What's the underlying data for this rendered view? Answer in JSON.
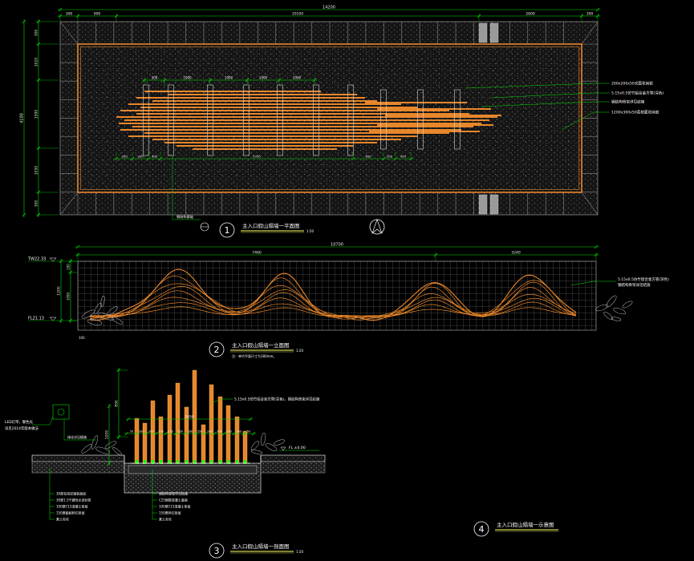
{
  "colors": {
    "background": "#000000",
    "dimension": "#00e000",
    "dim_text": "#f0f0f0",
    "bamboo": "#e8862a",
    "paving": "#8a8a8a",
    "grid": "#8c8c8c",
    "post": "#d8d8d8",
    "text": "#ffffff",
    "title_line": "#ffff66",
    "light": "#00ff00"
  },
  "plan": {
    "dim_overall": "14200",
    "dim_top": [
      "300",
      "900",
      "10100",
      "2600",
      "300"
    ],
    "dim_left_overall": "4100",
    "dim_left": [
      "300",
      "1010",
      "1590",
      "1050",
      "300"
    ],
    "dim_inner_top": [
      "300",
      "1000",
      "1000",
      "1000",
      "1000"
    ],
    "dim_inner_bottom": [
      "350",
      "200",
      "400",
      "5750",
      "600",
      "200",
      "450"
    ],
    "notes": [
      "200x200x50光面花岗岩",
      "5.15x0.5仿竹铝合金方管(深色)",
      "钢结构骨架详见结施",
      "1200x300x50荔枝面花岗岩"
    ],
    "base_label": "钢结构基础",
    "title": {
      "number": "1",
      "text": "主入口假山隔墙一平面图",
      "scale": "1:50"
    }
  },
  "elevation": {
    "dim_overall": "10700",
    "dim_top": [
      "7460",
      "3240"
    ],
    "dim_left_overall": "1200",
    "dim_left": [
      "150",
      "1050"
    ],
    "dim_bottom": "100",
    "levels": [
      "TW22.33",
      "FL21.13"
    ],
    "notes": [
      "5.15x0.5仿竹铝合金方管(深色)",
      "钢结构骨架详见结施"
    ],
    "title": {
      "number": "2",
      "text": "主入口假山隔墙一立面图",
      "scale": "1:20"
    },
    "remark": "注：单竹平面尺寸为180mm。"
  },
  "section": {
    "dim_left": [
      "850",
      "1200"
    ],
    "dim_width": "2650",
    "dim_bars": [
      "50",
      "200",
      "200",
      "200",
      "250",
      "200",
      "200",
      "250",
      "200",
      "200",
      "250",
      "200",
      "50"
    ],
    "note_top": "5.15x0.5仿竹铝合金方管(深色)，钢结构骨架详见结施",
    "level": "FL ±0.00",
    "lamp_notes": [
      "LED灯带，暖色光",
      "详见2014年版本做法"
    ],
    "planting_note": "绿化详见植施",
    "layers_left": [
      "30厚花岗岩铺装面层",
      "30厚1:3干硬性水泥砂浆",
      "100厚C15混凝土垫层",
      "150厚级配碎石垫层",
      "素土夯实"
    ],
    "layers_center": [
      "钢结构骨架详见结施",
      "C25钢筋混凝土基础",
      "100厚C15混凝土垫层",
      "150厚碎石垫层",
      "素土夯实"
    ],
    "title": {
      "number": "3",
      "text": "主入口假山隔墙一剖面图",
      "scale": "1:20"
    }
  },
  "view4": {
    "title": {
      "number": "4",
      "text": "主入口假山隔墙一示意图"
    }
  }
}
